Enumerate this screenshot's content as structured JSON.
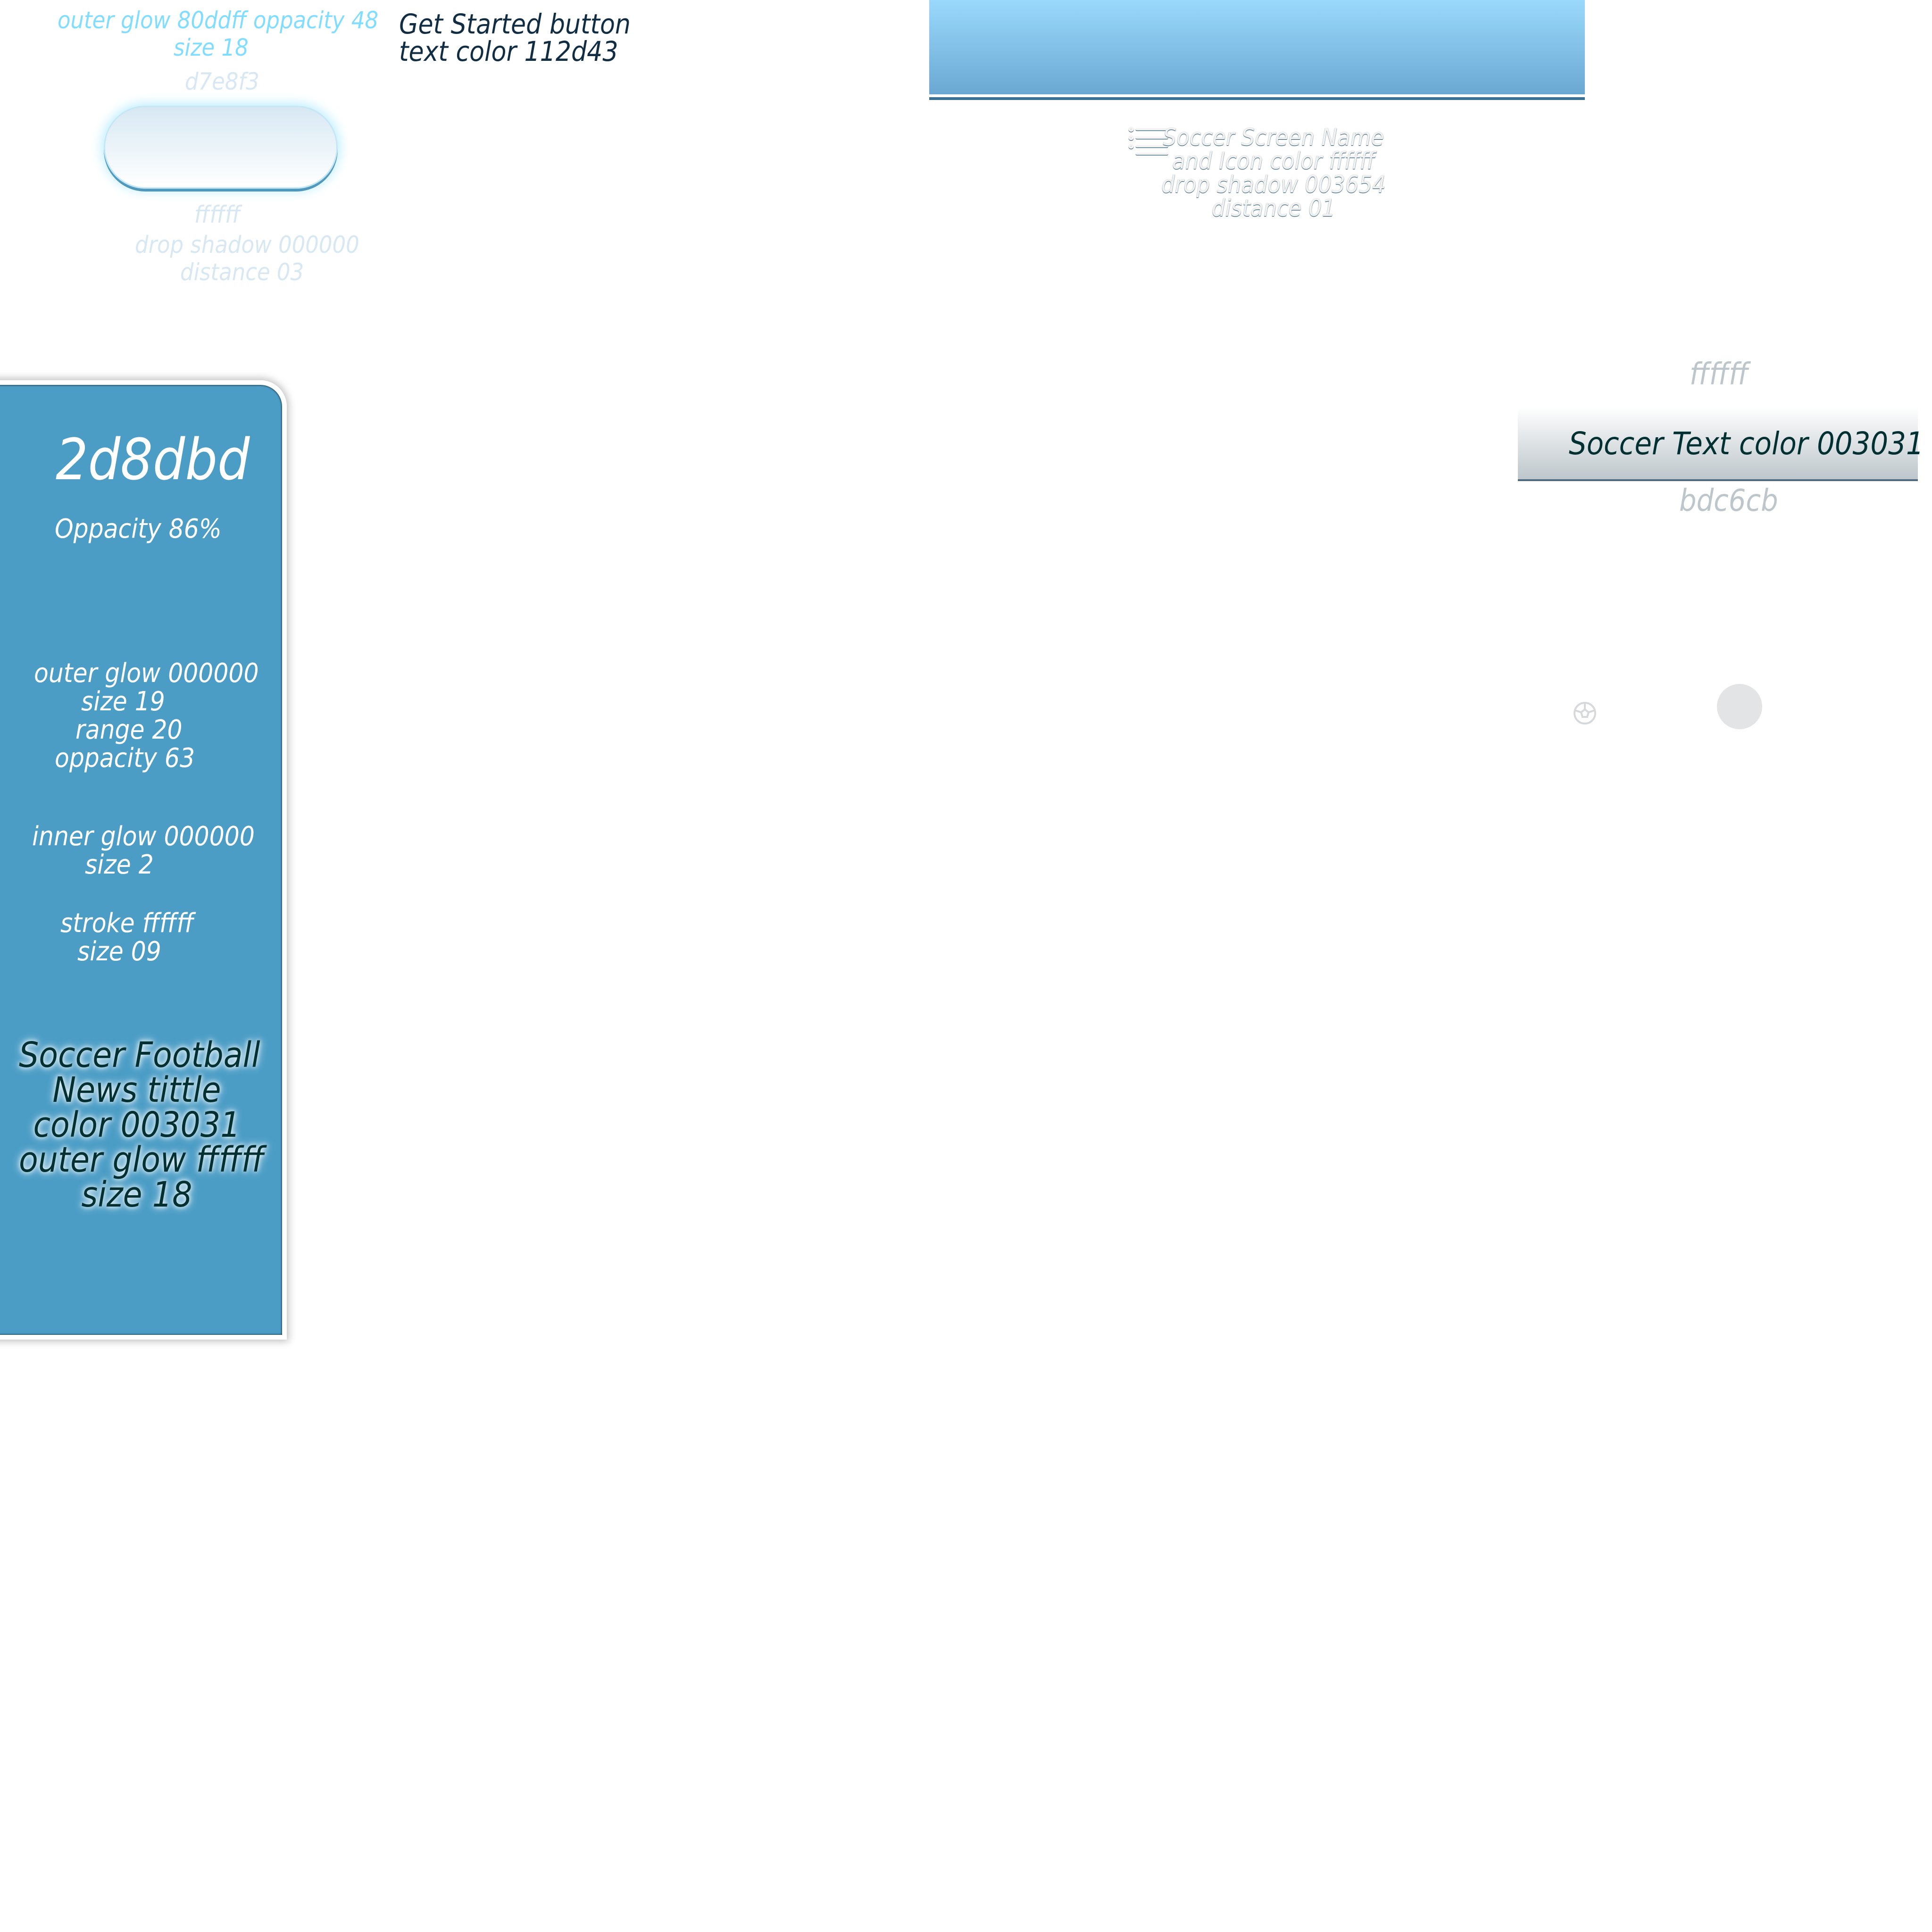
{
  "button_spec": {
    "glow_line": "outer glow    80ddff    oppacity  48",
    "glow_size": "size   18",
    "fill_top": "d7e8f3",
    "fill_bottom": "ffffff",
    "drop_shadow": "drop shadow     000000",
    "distance": "distance    03"
  },
  "button_note": {
    "line1": "Get Started button",
    "line2": "text color  112d43"
  },
  "header_note": {
    "line1": "Soccer Screen Name",
    "line2": "and Icon  color       ffffff",
    "line3": "drop shadow      003654",
    "line4": "distance    01"
  },
  "panel": {
    "color": "2d8dbd",
    "opacity": "Oppacity   86%",
    "outer_glow": "outer glow    000000",
    "outer_size": "size       19",
    "outer_range": "range      20",
    "outer_opacity": "oppacity      63",
    "inner_glow": "inner  glow    000000",
    "inner_size": "size        2",
    "stroke": "stroke       ffffff",
    "stroke_size": "size        09",
    "title_line1": "Soccer Football",
    "title_line2": "News tittle",
    "title_line3": "color  003031",
    "title_line4": "outer glow   ffffff",
    "title_line5": "size 18"
  },
  "text_bar": {
    "top_color": "ffffff",
    "label": "Soccer Text color     003031",
    "bottom_color": "bdc6cb"
  },
  "icons": [
    "list-icon",
    "soccer-ball-icon"
  ]
}
